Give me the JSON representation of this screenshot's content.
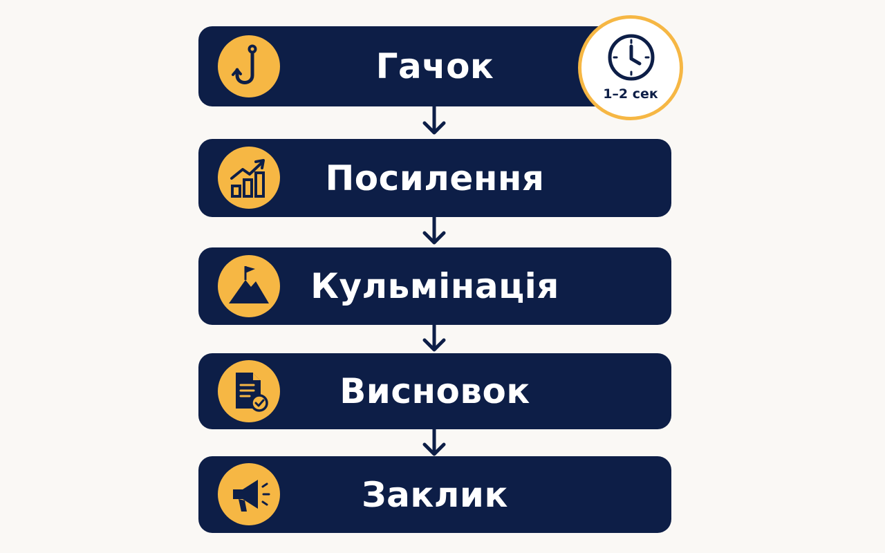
{
  "colors": {
    "background": "#FAF8F5",
    "box": "#0D1E47",
    "accent": "#F6B744",
    "text": "#FFFFFF"
  },
  "steps": [
    {
      "label": "Гачок",
      "icon": "fishing-hook-icon"
    },
    {
      "label": "Посилення",
      "icon": "growth-chart-icon"
    },
    {
      "label": "Кульмінація",
      "icon": "mountain-flag-icon"
    },
    {
      "label": "Висновок",
      "icon": "document-check-icon"
    },
    {
      "label": "Заклик",
      "icon": "megaphone-icon"
    }
  ],
  "timer": {
    "icon": "clock-icon",
    "label": "1–2 сек"
  }
}
